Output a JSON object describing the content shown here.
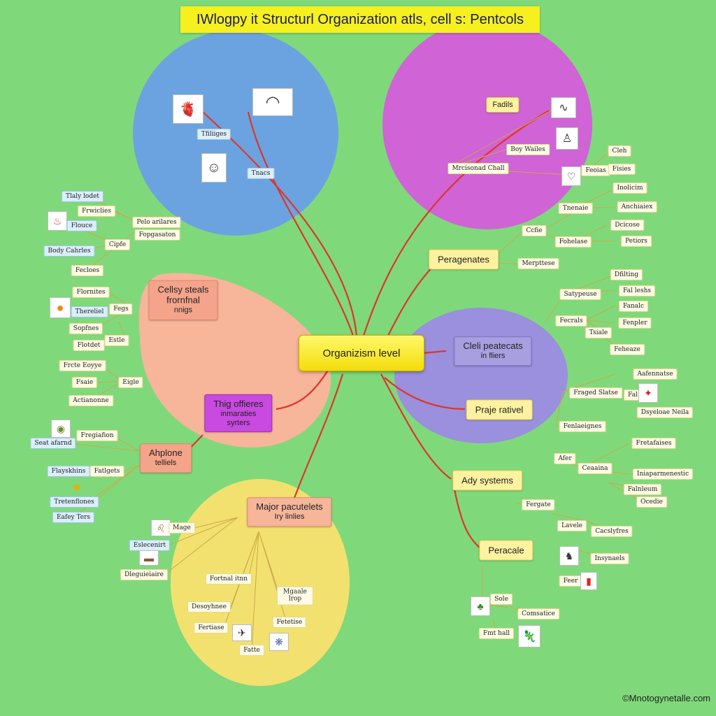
{
  "title": "IWlogpy it Structurl Organization atls, cell s: Pentcols",
  "center": "Organizism level",
  "footer": "©Mnotogynetalle.com",
  "colors": {
    "background": "#7fd97a",
    "blue_circle": "#6ba3e0",
    "magenta_circle": "#d063d6",
    "salmon_blob": "#f7b59a",
    "violet_blob": "#9a90dd",
    "yellow_blob": "#f3e16f",
    "connector": "#e0342a",
    "branch": "#c9a94a"
  },
  "blue_region": {
    "labels": [
      "Tfiliiges",
      "Tnacs"
    ],
    "icons": [
      "muscle-tissue-icon",
      "organ-slice-icon",
      "fetus-icon"
    ]
  },
  "magenta_region": {
    "labels": [
      "Fadils",
      "Boy Wailes",
      "Mrcisonad Chall"
    ],
    "icons": [
      "sketch-organ-icon",
      "sketch-figure-icon",
      "sketch-heart-icon"
    ]
  },
  "right_tree": {
    "labels": [
      "Cleh",
      "Feoias",
      "Fisies",
      "Inolicim",
      "Tnenaie",
      "Anchiaiex",
      "Ccfie",
      "Dcicose",
      "Fohelase",
      "Petiors",
      "Merpttese"
    ]
  },
  "right_boxes": {
    "peragenates": "Peragenates",
    "cell_proteins": [
      "Cleli peatecats",
      "in fliers"
    ],
    "proje_ratives": "Praje rativel",
    "ady_systems": "Ady systems",
    "peracale": "Peracale"
  },
  "violet_tree": {
    "labels": [
      "Dfilting",
      "Satypeuse",
      "Fal leshs",
      "Fanalc",
      "Fecrals",
      "Fenpler",
      "Tsiale",
      "Feheaze"
    ]
  },
  "lower_right_tree": {
    "labels": [
      "Aafennatse",
      "Fraged Slatse",
      "Fal",
      "Dsyeloae Neila",
      "Fenlaeignes",
      "Afer",
      "Ceaaina",
      "Fretafaises",
      "Iniaparmenestic",
      "Falnleum",
      "Ocedie",
      "Fergate",
      "Lavele",
      "Cacslyfres",
      "Insynaels",
      "Feer",
      "Sole",
      "Comsatice",
      "Fmt hall"
    ],
    "icons": [
      "dancer-icon",
      "sketch-figure-icon",
      "red-organ-icon",
      "green-plant-icon",
      "yellow-bulb-icon",
      "chameleon-icon"
    ]
  },
  "salmon_region": {
    "box": [
      "Cellsy steals",
      "frornfnal",
      "nnigs"
    ],
    "purple_box": [
      "Thig offieres",
      "inmaraties",
      "syrters"
    ],
    "aphone": [
      "Ahplone",
      "telliels"
    ]
  },
  "left_tree": {
    "labels": [
      "Tlaly lodet",
      "Frwiclies",
      "Flouce",
      "Pelo arilares",
      "Fopgasaton",
      "Cipfe",
      "Body Cahrles",
      "Fecloes",
      "Flornites",
      "Thereliel",
      "Fegs",
      "Sopfnes",
      "Estle",
      "Flotdet",
      "Frcte Eoyye",
      "Fsaie",
      "Eigle",
      "Actianonne"
    ],
    "icons": [
      "red-muscle-icon",
      "orange-orb-icon"
    ]
  },
  "lower_left_tree": {
    "labels": [
      "Fregiafion",
      "Seat afarnd",
      "Flayskhins",
      "Fatlgets",
      "Tretenflones",
      "Eafey Ters",
      "Mage",
      "Eslecenirt",
      "Dleguieiaire"
    ],
    "icons": [
      "green-cell-icon",
      "yellow-cell-icon",
      "sketch-lion-icon",
      "brown-tissue-icon"
    ]
  },
  "yellow_region": {
    "box": [
      "Major pacutelets",
      "Iry linlies"
    ],
    "labels": [
      "Fortnal itnn",
      "Mgaale lrop",
      "Desoyhnee",
      "Fetetise",
      "Fertiase",
      "Fatte"
    ],
    "icons": [
      "insect-icon",
      "blue-cell-icon"
    ]
  }
}
